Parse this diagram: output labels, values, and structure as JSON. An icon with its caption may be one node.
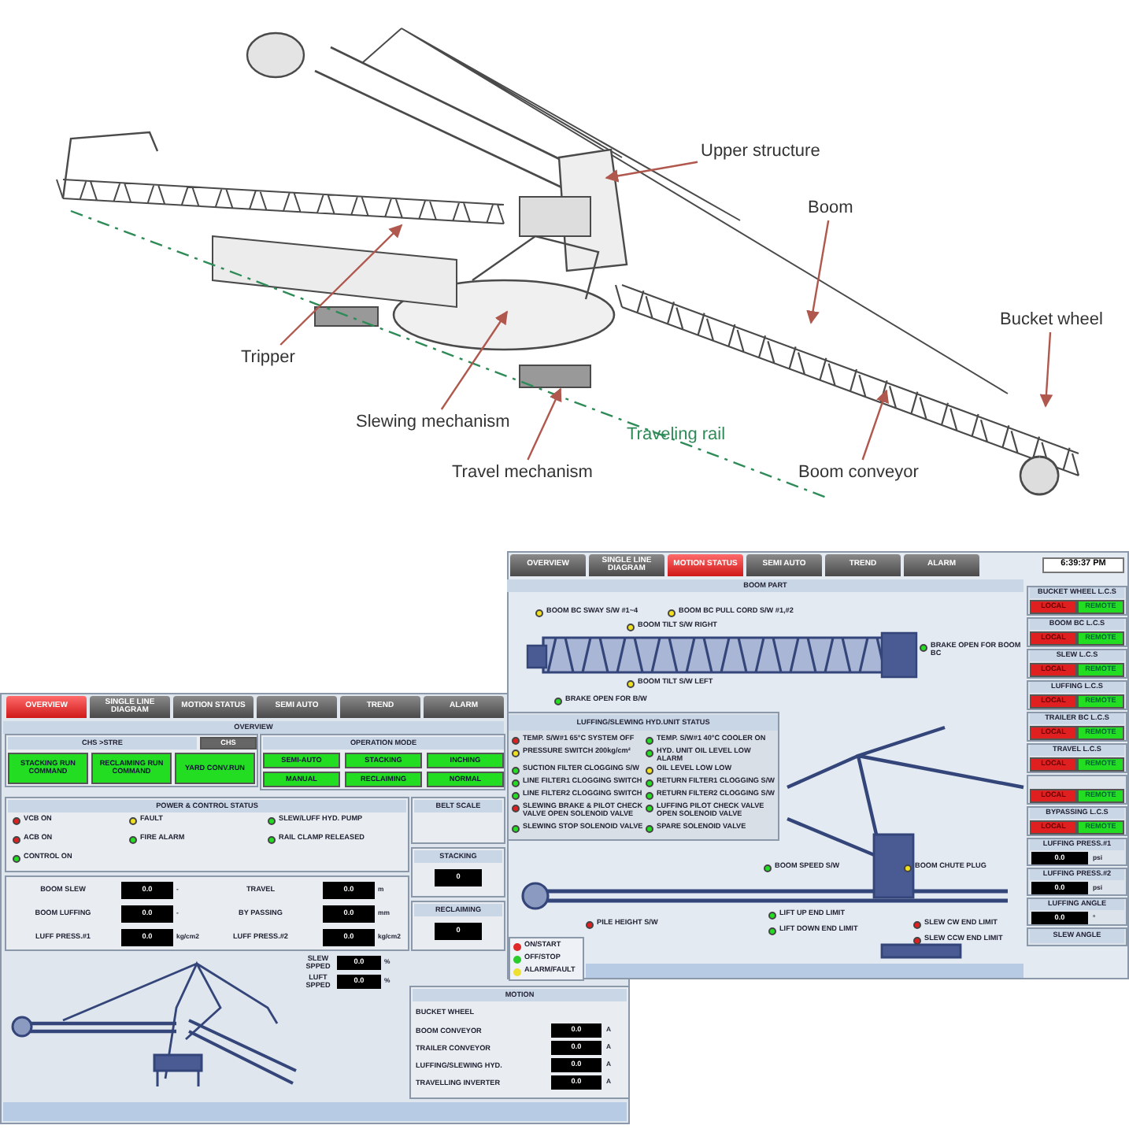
{
  "diagram": {
    "nodes": [
      {
        "text": [
          "Upper structure"
        ]
      },
      {
        "text": [
          "Boom"
        ]
      },
      {
        "text": [
          "Bucket wheel"
        ]
      },
      {
        "text": [
          "Tripper"
        ]
      },
      {
        "text": [
          "Slewing mechanism"
        ]
      },
      {
        "text": [
          "Travel mechanism"
        ]
      },
      {
        "text": [
          "Boom conveyor"
        ]
      }
    ],
    "edges": [
      {
        "from": 0,
        "to": null,
        "arrow": "to"
      },
      {
        "from": 1,
        "to": null,
        "arrow": "to"
      },
      {
        "from": 2,
        "to": null,
        "arrow": "to"
      },
      {
        "from": 3,
        "to": null,
        "arrow": "to"
      },
      {
        "from": 4,
        "to": null,
        "arrow": "to"
      },
      {
        "from": 5,
        "to": null,
        "arrow": "to"
      },
      {
        "from": 6,
        "to": null,
        "arrow": "to"
      }
    ],
    "labels": [
      "Traveling rail",
      "OVERVIEW",
      "SINGLE LINE DIAGRAM",
      "MOTION STATUS",
      "SEMI AUTO",
      "TREND",
      "ALARM",
      "OVERVIEW",
      "CHS >STRE",
      "CHS",
      "STACKING RUN COMMAND",
      "RECLAIMING RUN COMMAND",
      "YARD CONV.RUN",
      "OPERATION MODE",
      "SEMI-AUTO",
      "STACKING",
      "INCHING",
      "MANUAL",
      "RECLAIMING",
      "NORMAL",
      "POWER & CONTROL STATUS",
      "VCB ON",
      "FAULT",
      "SLEW/LUFF HYD. PUMP",
      "ACB ON",
      "FIRE ALARM",
      "RAIL CLAMP RELEASED",
      "CONTROL ON",
      "BELT SCALE",
      "BOOM SLEW",
      "0.0",
      "-",
      "TRAVEL",
      "0.0",
      "m",
      "BOOM LUFFING",
      "0.0",
      "-",
      "BY PASSING",
      "0.0",
      "mm",
      "LUFF PRESS.#1",
      "0.0",
      "kg/cm2",
      "LUFF PRESS.#2",
      "0.0",
      "kg/cm2",
      "STACKING",
      "0",
      "RECLAIMING",
      "0",
      "SLEW SPPED",
      "0.0",
      "%",
      "LUFT SPPED",
      "0.0",
      "%",
      "MOTION",
      "BUCKET WHEEL",
      "BOOM CONVEYOR",
      "0.0",
      "A",
      "TRAILER CONVEYOR",
      "0.0",
      "A",
      "LUFFING/SLEWING HYD.",
      "0.0",
      "A",
      "TRAVELLING INVERTER",
      "0.0",
      "A",
      "OVERVIEW",
      "SINGLE LINE DIAGRAM",
      "MOTION STATUS",
      "SEMI AUTO",
      "TREND",
      "ALARM",
      "6:39:37 PM",
      "BOOM PART",
      "BOOM BC SWAY S/W #1~4",
      "BOOM BC PULL CORD S/W #1,#2",
      "BOOM TILT S/W RIGHT",
      "BRAKE OPEN FOR BOOM BC",
      "BOOM TILT S/W LEFT",
      "BRAKE OPEN FOR B/W",
      "LUFFING/SLEWING HYD.UNIT STATUS",
      "TEMP. S/W#1 65°C SYSTEM OFF",
      "TEMP. S/W#1 40°C COOLER ON",
      "PRESSURE SWITCH 200kg/cm²",
      "HYD. UNIT OIL LEVEL LOW ALARM",
      "SUCTION FILTER CLOGGING S/W",
      "OIL LEVEL LOW LOW",
      "LINE FILTER1 CLOGGING SWITCH",
      "RETURN FILTER1 CLOGGING S/W",
      "LINE FILTER2 CLOGGING SWITCH",
      "RETURN FILTER2 CLOGGING S/W",
      "SLEWING BRAKE & PILOT CHECK VALVE OPEN SOLENOID VALVE",
      "LUFFING PILOT CHECK VALVE OPEN SOLENOID VALVE",
      "SLEWING STOP SOLENOID VALVE",
      "SPARE SOLENOID VALVE",
      "BOOM SPEED S/W",
      "BOOM CHUTE PLUG",
      "LIFT UP END LIMIT",
      "LIFT DOWN END LIMIT",
      "PILE HEIGHT S/W",
      "SLEW CW END LIMIT",
      "SLEW CCW END LIMIT",
      "BUCKET WHEEL L.C.S",
      "LOCAL",
      "REMOTE",
      "BOOM BC L.C.S",
      "LOCAL",
      "REMOTE",
      "SLEW L.C.S",
      "LOCAL",
      "REMOTE",
      "LUFFING L.C.S",
      "LOCAL",
      "REMOTE",
      "TRAILER BC L.C.S",
      "LOCAL",
      "REMOTE",
      "TRAVEL L.C.S",
      "LOCAL",
      "REMOTE",
      "LOCAL",
      "REMOTE",
      "BYPASSING L.C.S",
      "LOCAL",
      "REMOTE",
      "LUFFING PRESS.#1",
      "0.0",
      "psi",
      "LUFFING PRESS.#2",
      "0.0",
      "psi",
      "LUFFING ANGLE",
      "0.0",
      "°",
      "SLEW ANGLE"
    ],
    "legend": [
      {
        "text": "ON/START",
        "color": "#e02828"
      },
      {
        "text": "OFF/STOP",
        "color": "#2ccc2c"
      },
      {
        "text": "ALARM/FAULT",
        "color": "#eee030"
      }
    ]
  }
}
